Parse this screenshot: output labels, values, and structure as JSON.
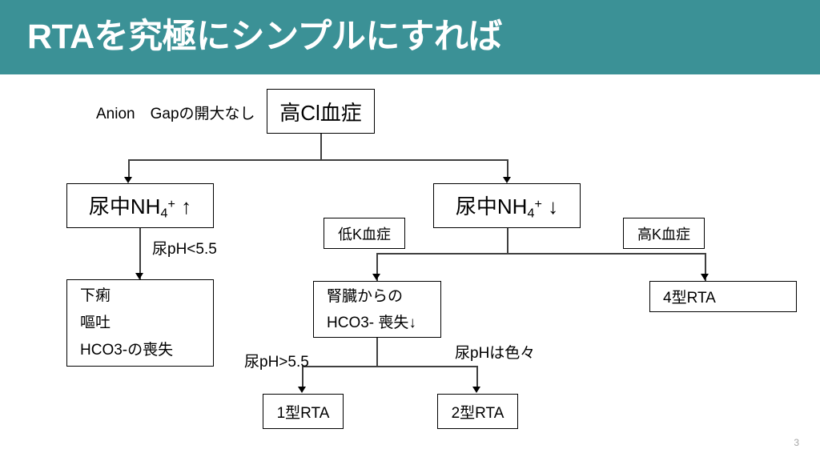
{
  "slide": {
    "title": "RTAを究極にシンプルにすれば",
    "page_number": "3",
    "accent_color": "#3b9196",
    "header_text_color": "#ffffff",
    "background_color": "#ffffff",
    "node_border_color": "#000000",
    "connector_color": "#3f3f3f",
    "page_number_color": "#a6a6a6"
  },
  "diagram": {
    "type": "flowchart",
    "root_label": "Anion　Gapの開大なし",
    "nodes": {
      "hyperchloremia": {
        "text": "高Cl血症"
      },
      "nh4_up": {
        "pre": "尿中NH",
        "sub": "4",
        "sup": "+",
        "post": "↑"
      },
      "nh4_down": {
        "pre": "尿中NH",
        "sub": "4",
        "sup": "+",
        "post": "↓"
      },
      "hypokalemia": {
        "text": "低K血症"
      },
      "hyperkalemia": {
        "text": "高K血症"
      },
      "gi_losses": {
        "line1": "下痢",
        "line2": "嘔吐",
        "line3": "HCO3-の喪失"
      },
      "renal_hco3_loss": {
        "line1": "腎臓からの",
        "line2": "HCO3- 喪失↓"
      },
      "rta_type4": {
        "text": "4型RTA"
      },
      "rta_type1": {
        "text": "1型RTA"
      },
      "rta_type2": {
        "text": "2型RTA"
      }
    },
    "edge_labels": {
      "urine_ph_lt": "尿pH<5.5",
      "urine_ph_gt": "尿pH>5.5",
      "urine_ph_varies": "尿pHは色々"
    }
  }
}
